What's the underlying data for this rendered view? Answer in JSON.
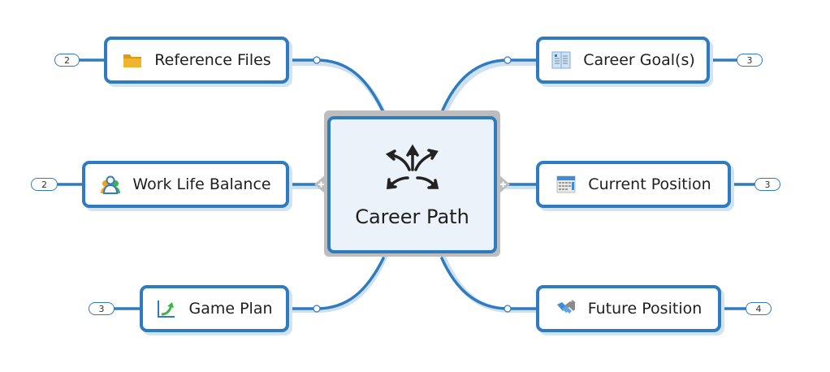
{
  "central": {
    "label": "Career Path",
    "icon": "branching-arrows-icon"
  },
  "topics": [
    {
      "id": "reference-files",
      "label": "Reference Files",
      "icon": "folder-icon",
      "count": "2",
      "side": "left"
    },
    {
      "id": "work-life-balance",
      "label": "Work Life Balance",
      "icon": "people-icon",
      "count": "2",
      "side": "left"
    },
    {
      "id": "game-plan",
      "label": "Game Plan",
      "icon": "growth-chart-icon",
      "count": "3",
      "side": "left"
    },
    {
      "id": "career-goals",
      "label": "Career Goal(s)",
      "icon": "open-book-icon",
      "count": "3",
      "side": "right"
    },
    {
      "id": "current-position",
      "label": "Current Position",
      "icon": "calendar-icon",
      "count": "3",
      "side": "right"
    },
    {
      "id": "future-position",
      "label": "Future Position",
      "icon": "handshake-icon",
      "count": "4",
      "side": "right"
    }
  ],
  "colors": {
    "accent": "#2f7bbf",
    "shadow": "#d2e3f3",
    "central_bg": "#ebf2f9",
    "frame": "#bdbdbd"
  }
}
